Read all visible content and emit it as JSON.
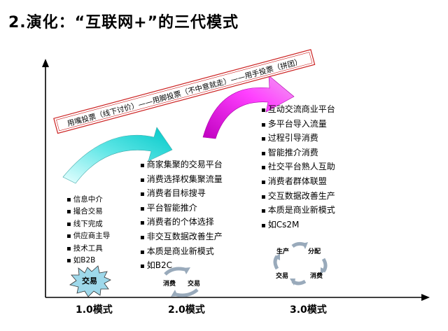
{
  "title": {
    "prefix": "2.演化：",
    "main": "“互联网+”的三代模式"
  },
  "banner_text": "用嘴投票（线下讨价）——用脚投票（不中意就走）——用手投票（拼团）",
  "stages": [
    {
      "label": "1.0模式",
      "items": [
        "信息中介",
        "撮合交易",
        "线下完成",
        "供应商主导",
        "技术工具",
        "如B2B"
      ],
      "badge": "交易"
    },
    {
      "label": "2.0模式",
      "items": [
        "商家集聚的交易平台",
        "消费选择权集聚流量",
        "消费者目标搜寻",
        "平台智能推介",
        "消费者的个体选择",
        "非交互数据改善生产",
        "本质是商业新模式",
        "如B2C"
      ],
      "cycle": [
        "消费",
        "交易"
      ]
    },
    {
      "label": "3.0模式",
      "items": [
        "互动交流商业平台",
        "多平台导入流量",
        "过程引导消费",
        "智能推介消费",
        "社交平台熟人互助",
        "消费者群体联盟",
        "交互数据改善生产",
        "本质是商业新模式",
        "如Cs2M"
      ],
      "cycle": [
        "生产",
        "分配",
        "消费",
        "交易"
      ]
    }
  ],
  "colors": {
    "arrow1": "#00d8d8",
    "arrow2": "#e000e0",
    "banner_border": "#cc2222",
    "axis": "#000000",
    "badge_fill": "#9ed8ea"
  }
}
